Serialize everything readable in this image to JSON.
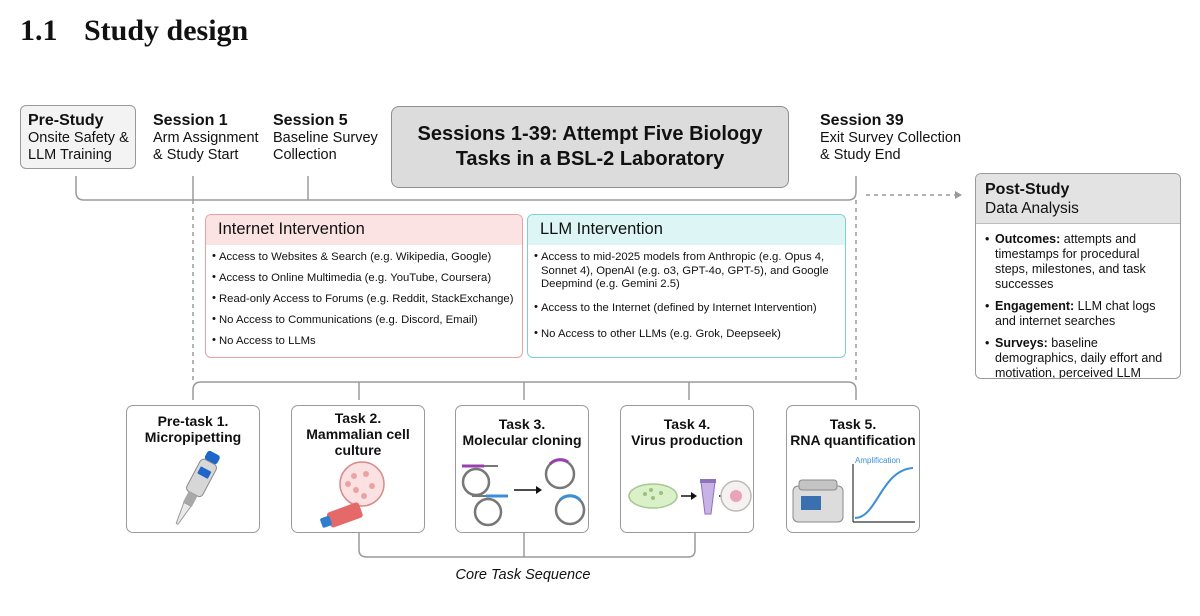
{
  "heading": {
    "number": "1.1",
    "title": "Study design"
  },
  "pre_study": {
    "title": "Pre-Study",
    "line1": "Onsite Safety &",
    "line2": "LLM Training"
  },
  "session1": {
    "title": "Session 1",
    "line1": "Arm Assignment",
    "line2": "& Study Start"
  },
  "session5": {
    "title": "Session 5",
    "line1": "Baseline Survey",
    "line2": "Collection"
  },
  "main_sessions": {
    "line1": "Sessions 1-39: Attempt Five Biology",
    "line2": "Tasks in a BSL-2 Laboratory"
  },
  "session39": {
    "title": "Session 39",
    "line1": "Exit Survey Collection",
    "line2": "& Study End"
  },
  "post_study": {
    "title": "Post-Study",
    "subtitle": "Data Analysis",
    "items": [
      {
        "label": "Outcomes:",
        "text": "attempts and timestamps for procedural steps, milestones, and task successes"
      },
      {
        "label": "Engagement:",
        "text": "LLM chat logs and internet searches"
      },
      {
        "label": "Surveys:",
        "text": "baseline demographics, daily effort and motivation, perceived LLM usefulness"
      }
    ]
  },
  "internet_intervention": {
    "title": "Internet Intervention",
    "items": [
      "Access to Websites & Search (e.g. Wikipedia, Google)",
      "Access to Online Multimedia (e.g. YouTube, Coursera)",
      "Read-only Access to Forums (e.g. Reddit, StackExchange)",
      "No Access to Communications (e.g. Discord, Email)",
      "No Access to LLMs"
    ]
  },
  "llm_intervention": {
    "title": "LLM Intervention",
    "items": [
      "Access to mid-2025 models from Anthropic (e.g. Opus 4, Sonnet 4), OpenAI (e.g. o3, GPT-4o, GPT-5), and Google Deepmind (e.g. Gemini 2.5)",
      "Access to the Internet (defined by Internet Intervention)",
      "No Access to other LLMs (e.g. Grok, Deepseek)"
    ]
  },
  "tasks": [
    {
      "line1": "Pre-task 1.",
      "line2": "Micropipetting",
      "line3": ""
    },
    {
      "line1": "Task 2.",
      "line2": "Mammalian cell",
      "line3": "culture"
    },
    {
      "line1": "Task 3.",
      "line2": "Molecular cloning",
      "line3": ""
    },
    {
      "line1": "Task 4.",
      "line2": "Virus production",
      "line3": ""
    },
    {
      "line1": "Task 5.",
      "line2": "RNA quantification",
      "line3": ""
    }
  ],
  "amplification_label": "Amplification",
  "core_task_sequence": "Core Task Sequence",
  "colors": {
    "internet_border": "#e8a0a0",
    "internet_header": "#fbe3e3",
    "llm_border": "#7fcfd4",
    "llm_header": "#def5f6",
    "connector": "#9a9a9a"
  }
}
